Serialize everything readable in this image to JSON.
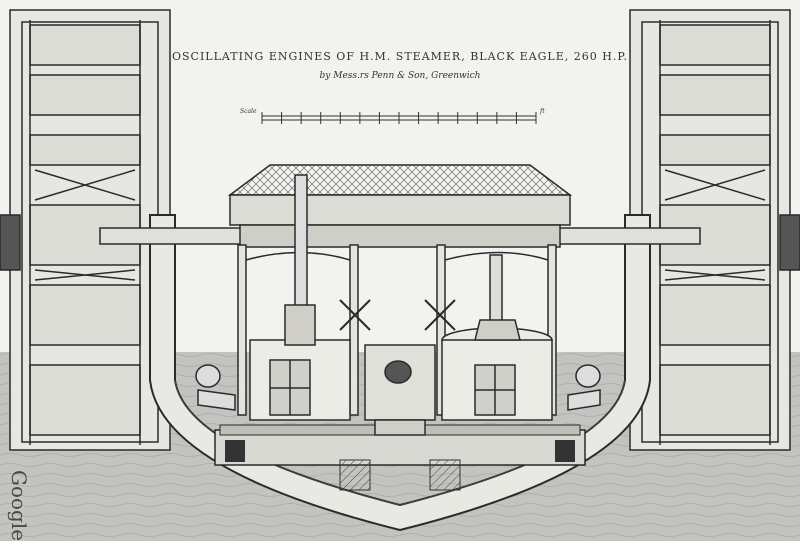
{
  "title": "OSCILLATING ENGINES OF H.M. STEAMER, BLACK EAGLE, 260 H.P.",
  "subtitle": "by Mess.rs Penn & Son, Greenwich",
  "scale_left_label": "Scale",
  "scale_right_label": "ft",
  "watermark": "Google",
  "colors": {
    "paper": "#f2f2ef",
    "ink": "#2a2a2a",
    "water": "#bdbdbb",
    "hull": "#e9e9e4"
  }
}
